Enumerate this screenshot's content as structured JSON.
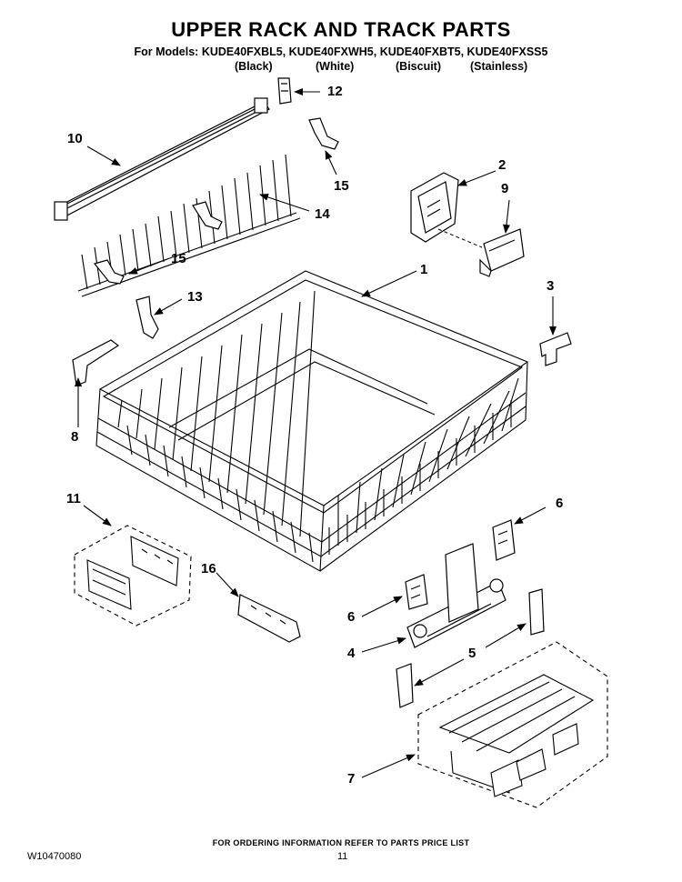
{
  "header": {
    "title": "UPPER RACK AND TRACK PARTS",
    "models_line": "For Models: KUDE40FXBL5, KUDE40FXWH5, KUDE40FXBT5, KUDE40FXSS5",
    "colors": [
      "(Black)",
      "(White)",
      "(Biscuit)",
      "(Stainless)"
    ]
  },
  "callouts": {
    "c1": "1",
    "c2": "2",
    "c3": "3",
    "c4": "4",
    "c5": "5",
    "c6a": "6",
    "c6b": "6",
    "c7": "7",
    "c8": "8",
    "c9": "9",
    "c10": "10",
    "c11": "11",
    "c12": "12",
    "c13": "13",
    "c14": "14",
    "c15a": "15",
    "c15b": "15",
    "c16": "16"
  },
  "footer": {
    "ordering": "FOR ORDERING INFORMATION REFER TO PARTS PRICE LIST",
    "doc_number": "W10470080",
    "page_number": "11"
  }
}
